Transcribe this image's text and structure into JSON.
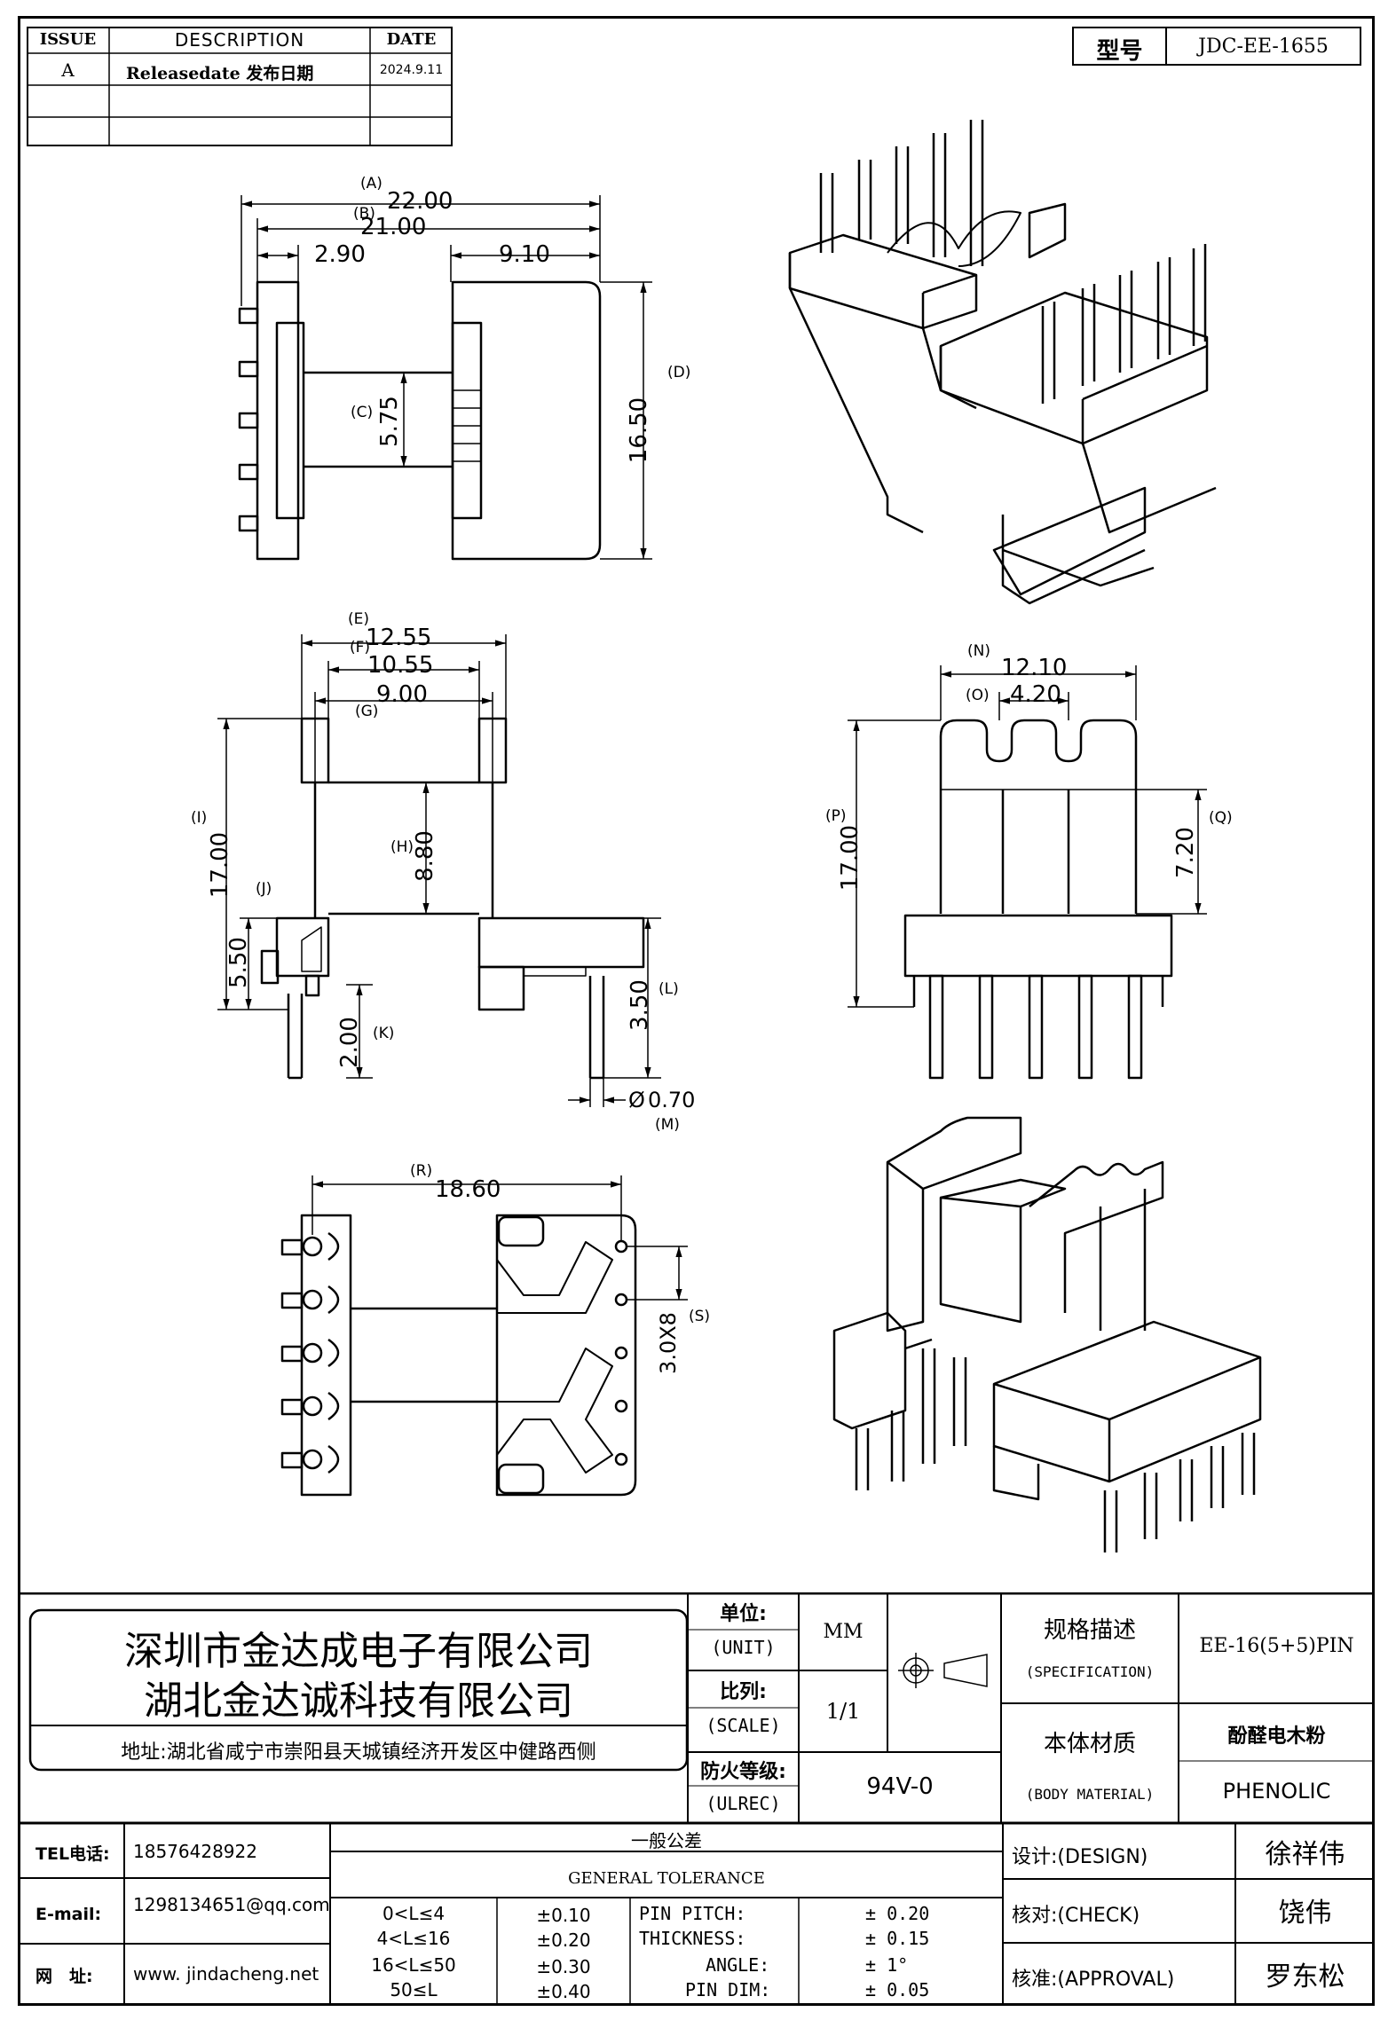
{
  "revision": {
    "headers": {
      "issue": "ISSUE",
      "description": "DESCRIPTION",
      "date": "DATE"
    },
    "rows": [
      {
        "issue": "A",
        "description": "Releasedate 发布日期",
        "date": "2024.9.11"
      }
    ]
  },
  "model": {
    "label": "型号",
    "value": "JDC-EE-1655"
  },
  "top_view": {
    "dims": [
      {
        "id": "A",
        "value": "22.00"
      },
      {
        "id": "B",
        "value": "21.00"
      },
      {
        "id": "",
        "value": "2.90"
      },
      {
        "id": "",
        "value": "9.10"
      },
      {
        "id": "C",
        "value": "5.75"
      },
      {
        "id": "D",
        "value": "16.50"
      }
    ]
  },
  "front_view": {
    "dims": [
      {
        "id": "E",
        "value": "12.55"
      },
      {
        "id": "F",
        "value": "10.55"
      },
      {
        "id": "G",
        "value": "9.00"
      },
      {
        "id": "H",
        "value": "8.80"
      },
      {
        "id": "I",
        "value": "17.00"
      },
      {
        "id": "J",
        "value": "5.50"
      },
      {
        "id": "K",
        "value": "2.00"
      },
      {
        "id": "L",
        "value": "3.50"
      },
      {
        "id": "M",
        "value": "0.70"
      }
    ]
  },
  "side_view": {
    "dims": [
      {
        "id": "N",
        "value": "12.10"
      },
      {
        "id": "O",
        "value": "4.20"
      },
      {
        "id": "P",
        "value": "17.00"
      },
      {
        "id": "Q",
        "value": "7.20"
      }
    ]
  },
  "bottom_view": {
    "dims": [
      {
        "id": "R",
        "value": "18.60"
      },
      {
        "id": "S",
        "value": "3.0X8"
      }
    ]
  },
  "company": {
    "name1": "深圳市金达成电子有限公司",
    "name2": "湖北金达诚科技有限公司",
    "address": "地址:湖北省咸宁市崇阳县天城镇经济开发区中健路西侧"
  },
  "title_block": {
    "unit_cn": "单位:",
    "unit_en": "(UNIT)",
    "unit_val": "MM",
    "scale_cn": "比列:",
    "scale_en": "(SCALE)",
    "scale_val": "1/1",
    "fire_cn": "防火等级:",
    "fire_en": "(ULREC)",
    "fire_val": "94V-0",
    "spec_cn": "规格描述",
    "spec_en": "(SPECIFICATION)",
    "spec_val": "EE-16(5+5)PIN",
    "material_cn": "本体材质",
    "material_en": "(BODY MATERIAL)",
    "material_val_cn": "酚醛电木粉",
    "material_val_en": "PHENOLIC"
  },
  "contact": {
    "tel_label": "TEL电话:",
    "tel": "18576428922",
    "email_label": "E-mail:",
    "email": "1298134651@qq.com",
    "web_label": "网　址:",
    "web": "www. jindacheng.net"
  },
  "tolerance": {
    "title_cn": "一般公差",
    "title_en": "GENERAL TOLERANCE",
    "rows": [
      {
        "range": "0<L≤4",
        "tol": "±0.10",
        "item": "PIN PITCH:",
        "val": "± 0.20"
      },
      {
        "range": "4<L≤16",
        "tol": "±0.20",
        "item": "THICKNESS:",
        "val": "± 0.15"
      },
      {
        "range": "16<L≤50",
        "tol": "±0.30",
        "item": "ANGLE:",
        "val": "± 1°"
      },
      {
        "range": "50≤L",
        "tol": "±0.40",
        "item": "PIN DIM:",
        "val": "± 0.05"
      }
    ]
  },
  "signoff": {
    "design_label": "设计:(DESIGN)",
    "design": "徐祥伟",
    "check_label": "核对:(CHECK)",
    "check": "饶伟",
    "approval_label": "核准:(APPROVAL)",
    "approval": "罗东松"
  }
}
